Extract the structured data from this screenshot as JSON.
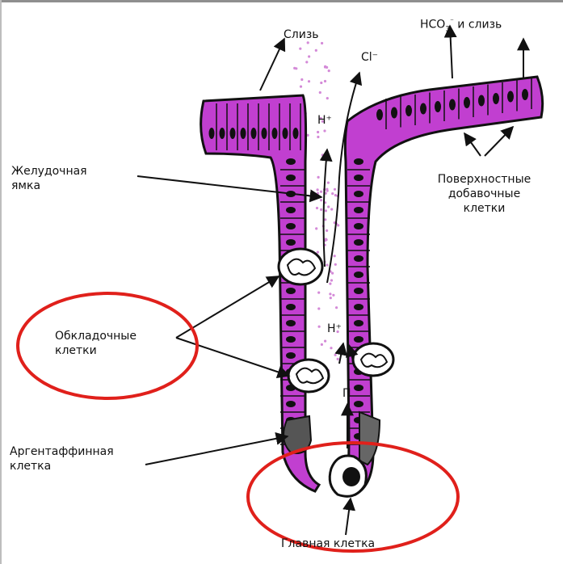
{
  "labels": {
    "mucus_top": "Слизь",
    "cl": "Cl⁻",
    "h_plus_top": "H⁺",
    "hco3_prefix": "HCO",
    "hco3_sub": "3",
    "hco3_sup": "⁻",
    "hco3_suffix": " и слизь",
    "gastric_pit_line1": "Желудочная",
    "gastric_pit_line2": "ямка",
    "surface_cells_line1": "Поверхностные",
    "surface_cells_line2": "добавочные",
    "surface_cells_line3": "клетки",
    "parietal_line1": "Обкладочные",
    "parietal_line2": "клетки",
    "h_plus_bottom": "H⁺",
    "pepsin": "П",
    "argentaffin_line1": "Аргентаффинная",
    "argentaffin_line2": "клетка",
    "chief_cell": "Главная клетка"
  },
  "colors": {
    "cell_fill": "#c13fd0",
    "cell_outline": "#111111",
    "secretion_dots": "#d48ad8",
    "highlight_ring": "#e0201b",
    "argentaffin": "#555555"
  }
}
